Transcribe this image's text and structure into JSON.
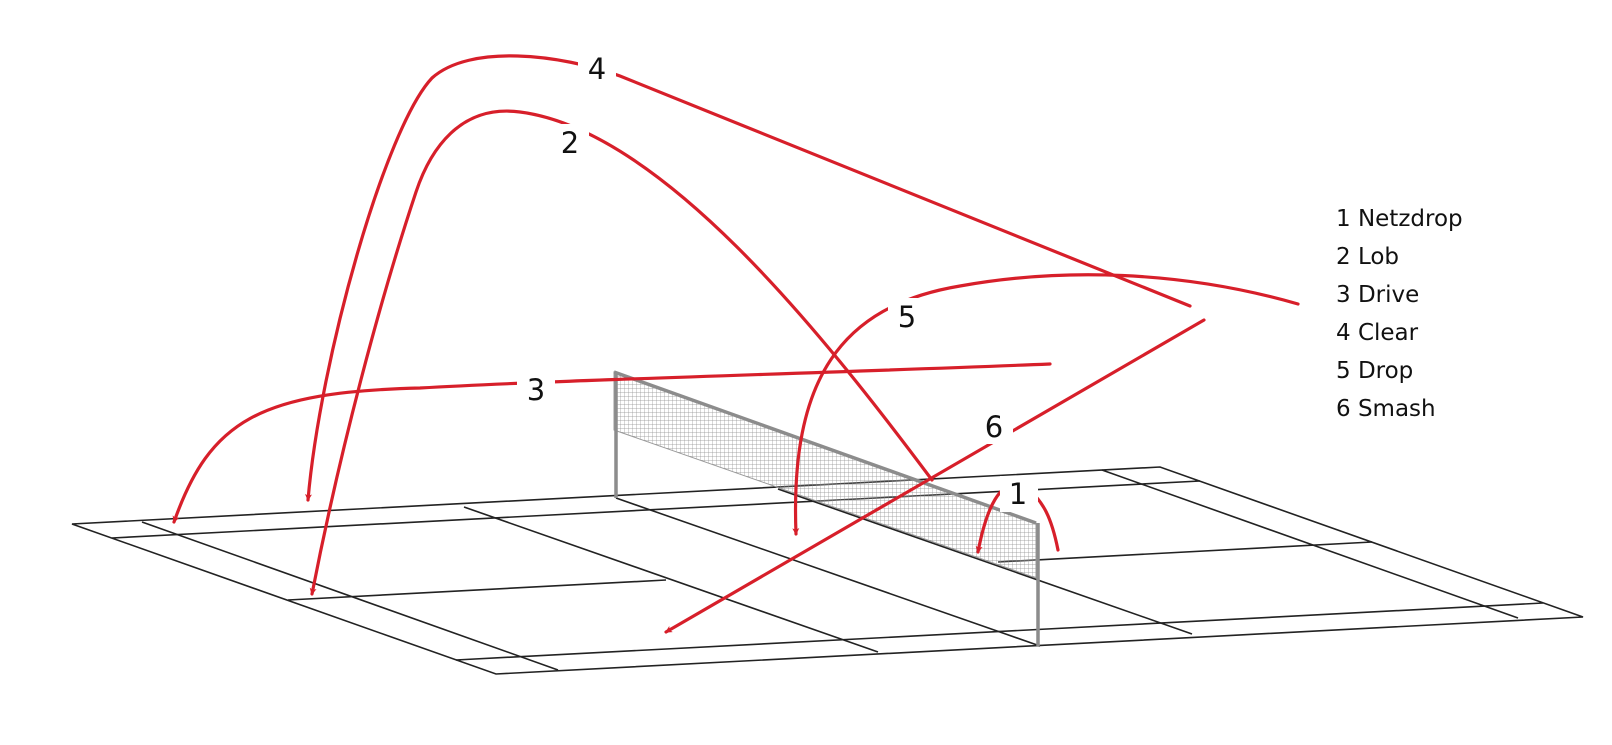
{
  "shots": [
    {
      "number": "1",
      "name": "Netzdrop"
    },
    {
      "number": "2",
      "name": "Lob"
    },
    {
      "number": "3",
      "name": "Drive"
    },
    {
      "number": "4",
      "name": "Clear"
    },
    {
      "number": "5",
      "name": "Drop"
    },
    {
      "number": "6",
      "name": "Smash"
    }
  ],
  "legend": [
    "1 Netzdrop",
    "2 Lob",
    "3 Drive",
    "4 Clear",
    "5 Drop",
    "6 Smash"
  ],
  "colors": {
    "shot": "#d71f2a",
    "court": "#222222",
    "net": "#8c8c8c"
  }
}
